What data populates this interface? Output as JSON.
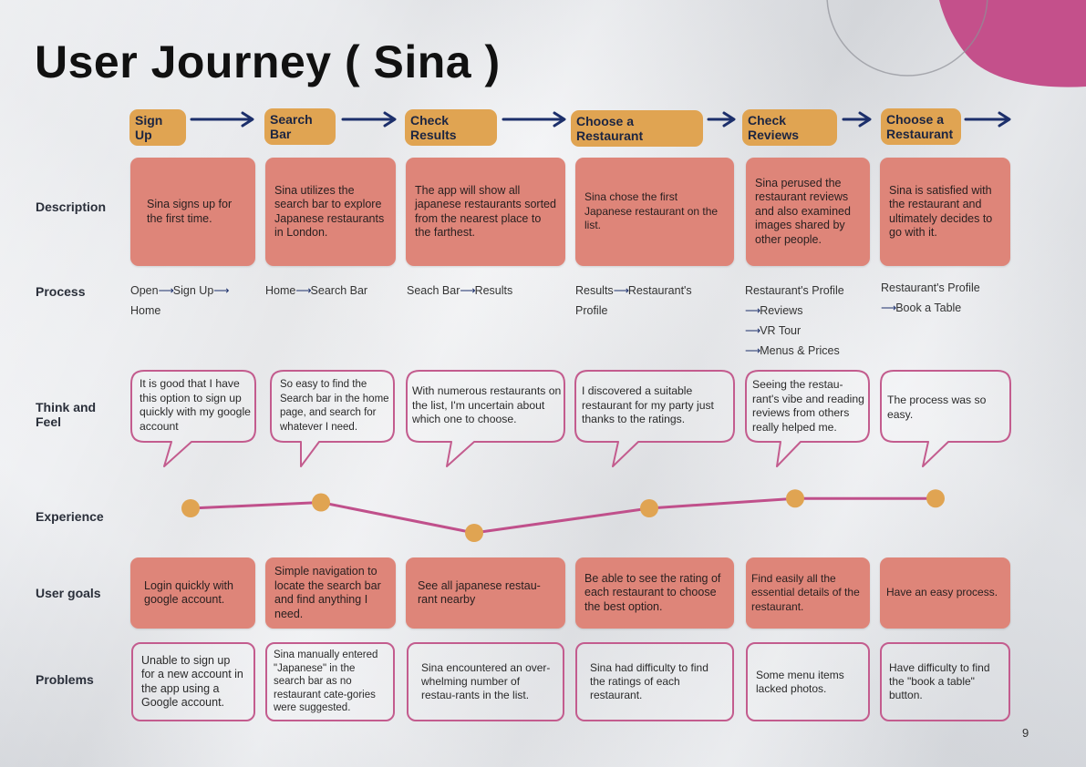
{
  "title": "User Journey ( Sina )",
  "page_number": "9",
  "colors": {
    "accent_pill": "#e0a452",
    "card": "#de8579",
    "line": "#c0508b",
    "arrow": "#1c2f6b",
    "blob": "#c4508b"
  },
  "stages": [
    "Sign Up",
    "Search Bar",
    "Check Results",
    "Choose a Restaurant",
    "Check Reviews",
    "Choose a Restaurant"
  ],
  "row_labels": {
    "description": "Description",
    "process": "Process",
    "think_feel_1": "Think and",
    "think_feel_2": "Feel",
    "experience": "Experience",
    "user_goals": "User goals",
    "problems": "Problems"
  },
  "descriptions": [
    "Sina signs up for the first time.",
    "Sina utilizes the search bar to explore Japanese restaurants in London.",
    "The app will show all japanese restaurants sorted from the nearest place to the farthest.",
    "Sina chose the first Japanese restaurant on the list.",
    "Sina perused the restaurant reviews and also examined images shared by other people.",
    "Sina is satisfied with the restaurant and ultimately decides to go with it."
  ],
  "process": {
    "p1_a": "Open",
    "p1_b": "Sign Up",
    "p1_c": "Home",
    "p2_a": "Home",
    "p2_b": "Search Bar",
    "p3_a": "Seach Bar",
    "p3_b": "Results",
    "p4_a": "Results",
    "p4_b": "Restaurant's",
    "p4_c": "Profile",
    "p5_a": "Restaurant's Profile",
    "p5_b": "Reviews",
    "p5_c": "VR Tour",
    "p5_d": "Menus & Prices",
    "p6_a": "Restaurant's Profile",
    "p6_b": "Book a Table"
  },
  "thoughts": [
    "It is good that I have this option to sign up quickly with my google account",
    "So easy to find the Search bar in the home page, and search for whatever I need.",
    "With numerous restaurants on the list, I'm uncertain about which one to choose.",
    "I discovered a suitable restaurant for my party just thanks to the ratings.",
    "Seeing the restau-rant's vibe and reading reviews from others really helped me.",
    "The process was so easy."
  ],
  "experience": [
    0.5,
    0.62,
    0.0,
    0.5,
    0.7,
    0.7
  ],
  "user_goals": [
    "Login quickly with google account.",
    "Simple navigation to locate the search bar and find anything I need.",
    "See all japanese restau-rant nearby",
    "Be able to see the rating of each restaurant to choose the best option.",
    "Find easily all the essential details of the restaurant.",
    "Have an easy process."
  ],
  "problems": [
    "Unable to sign up for a new account in the app using a Google account.",
    "Sina manually entered \"Japanese\" in the search bar as no restaurant cate-gories were suggested.",
    "Sina encountered an over-whelming number of restau-rants in the list.",
    "Sina had difficulty to find the ratings of each restaurant.",
    "Some menu items lacked photos.",
    "Have difficulty to find the \"book a table\" button."
  ]
}
